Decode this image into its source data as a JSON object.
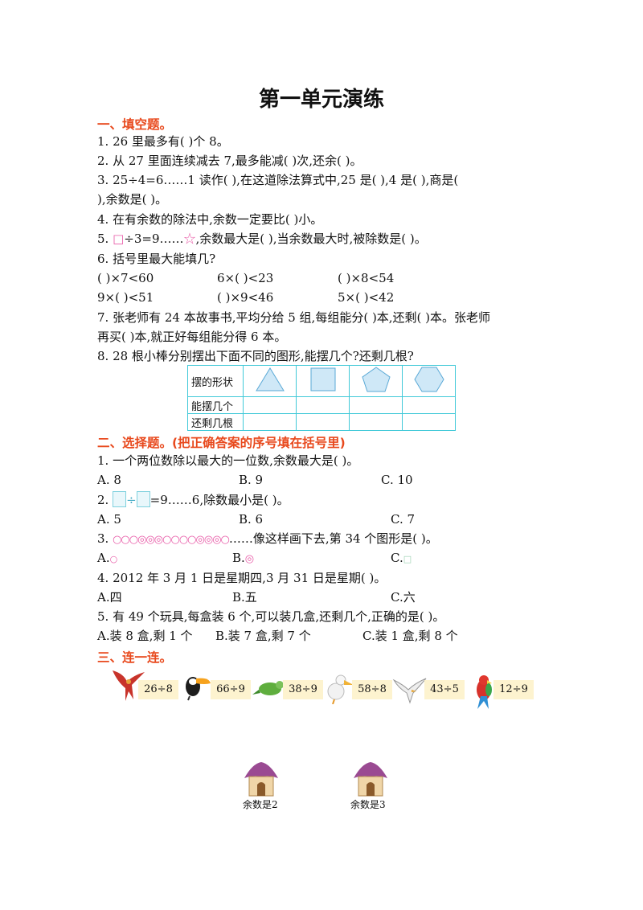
{
  "title": "第一单元演练",
  "sections": {
    "s1": "一、填空题。",
    "s2": "二、选择题。(把正确答案的序号填在括号里)",
    "s3": "三、连一连。"
  },
  "fill": {
    "q1": "1.  26 里最多有(        )个 8。",
    "q2": "2.  从 27 里面连续减去 7,最多能减(        )次,还余(        )。",
    "q3a": "3.  25÷4=6……1 读作(                    ),在这道除法算式中,25 是(        ),4 是(        ),商是(",
    "q3b": "),余数是(        )。",
    "q4": "4.  在有余数的除法中,余数一定要比(          )小。",
    "q5_prefix": "5.  ",
    "q5_box": "□",
    "q5_mid": "÷3=9……",
    "q5_star": "☆",
    "q5_rest": ",余数最大是(        ),当余数最大时,被除数是(        )。",
    "q6": "6.  括号里最大能填几?",
    "q6_items": [
      "(        )×7<60",
      "6×(        )<23",
      "(        )×8<54",
      "9×(        )<51",
      "(        )×9<46",
      "5×(        )<42"
    ],
    "q7a": "7.  张老师有 24 本故事书,平均分给 5 组,每组能分(        )本,还剩(        )本。张老师",
    "q7b": "再买(        )本,就正好每组能分得 6 本。",
    "q8": "8.  28 根小棒分别摆出下面不同的图形,能摆几个?还剩几根?"
  },
  "table": {
    "row_labels": [
      "摆的形状",
      "能摆几个",
      "还剩几根"
    ],
    "shapes": [
      "triangle-icon",
      "square-icon",
      "pentagon-icon",
      "hexagon-icon"
    ]
  },
  "choice": {
    "q1": "1.  一个两位数除以最大的一位数,余数最大是(        )。",
    "q1_opts": [
      "A.  8",
      "B.  9",
      "C.  10"
    ],
    "q2_prefix": "2.",
    "q2_div": "÷",
    "q2_rest": "=9……6,除数最小是(        )。",
    "q2_opts": [
      "A.  5",
      "B.  6",
      "C.  7"
    ],
    "q3_prefix": "3.",
    "q3_pattern": "○○○◎◎◎○○○○◎◎◎○",
    "q3_rest": "……像这样画下去,第 34 个图形是(        )。",
    "q3_opts": [
      "A.",
      "B.",
      "C."
    ],
    "q3_opt_symbols": [
      "○",
      "◎",
      "□"
    ],
    "q4": "4.  2012 年 3 月 1 日是星期四,3 月 31 日是星期(        )。",
    "q4_opts": [
      "A.四",
      "B.五",
      "C.六"
    ],
    "q5": "5.  有 49 个玩具,每盒装 6 个,可以装几盒,还剩几个,正确的是(        )。",
    "q5_opts": [
      "A.装 8 盒,剩 1 个",
      "B.装 7 盒,剩 7 个",
      "C.装 1 盒,剩 8 个"
    ]
  },
  "connect": {
    "exprs": [
      "26÷8",
      "66÷9",
      "38÷9",
      "58÷8",
      "43÷5",
      "12÷9"
    ],
    "animals": [
      "bird-flying-icon",
      "toucan-icon",
      "green-bird-icon",
      "pelican-icon",
      "seagull-icon",
      "parrot-icon"
    ],
    "houses": [
      "余数是2",
      "余数是3"
    ]
  },
  "colors": {
    "section": "#e8491d",
    "table_border": "#41c9d8",
    "pill": "#fdf3cf",
    "pink": "#e85ca8"
  }
}
